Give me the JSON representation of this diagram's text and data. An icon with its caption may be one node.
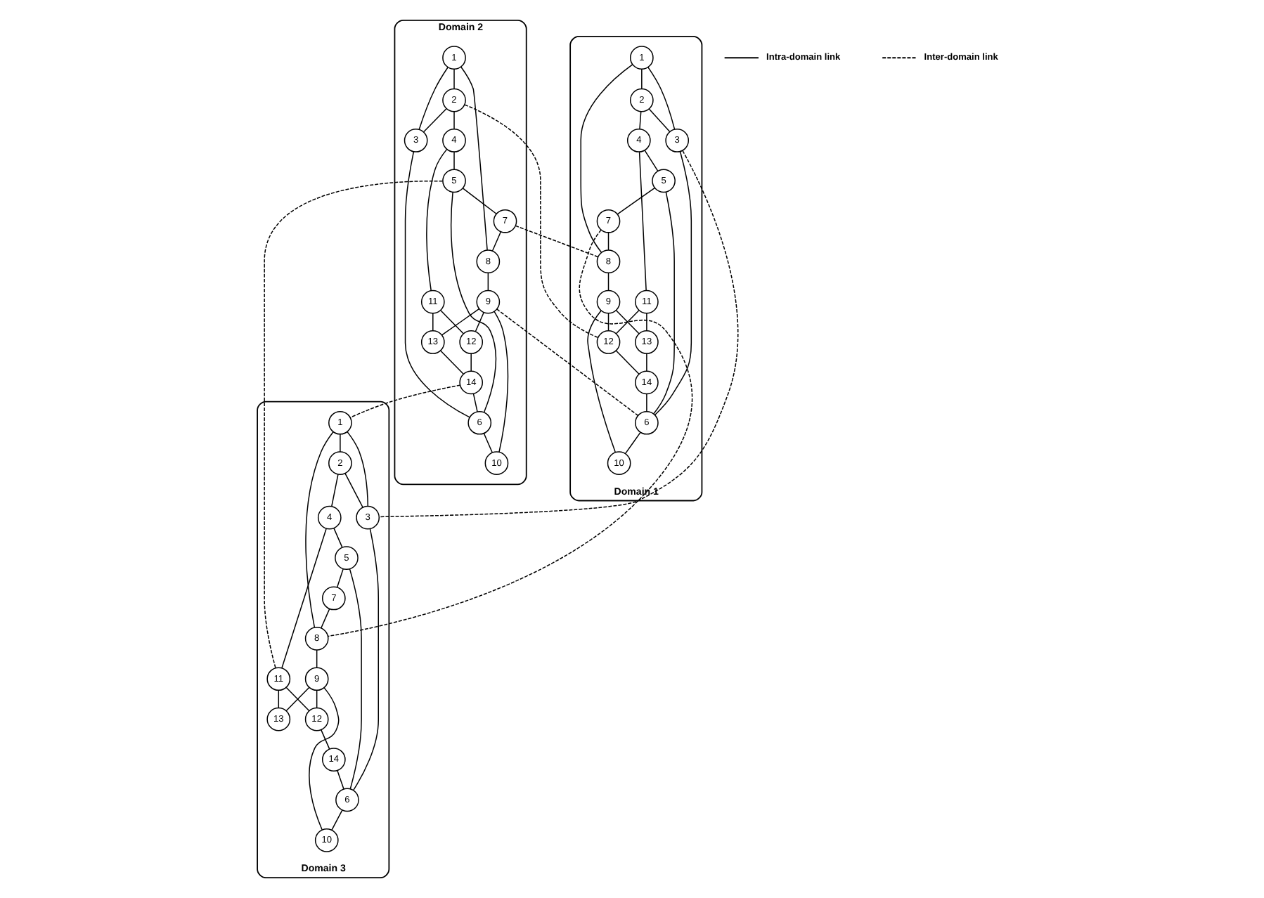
{
  "diagram": {
    "nodes": [
      {
        "text": [
          "Domain 2"
        ]
      },
      {
        "text": [
          "1"
        ],
        "in": 0
      },
      {
        "text": [
          "2"
        ],
        "in": 0
      },
      {
        "text": [
          "3"
        ],
        "in": 0
      },
      {
        "text": [
          "4"
        ],
        "in": 0
      },
      {
        "text": [
          "5"
        ],
        "in": 0
      },
      {
        "text": [
          "6"
        ],
        "in": 0
      },
      {
        "text": [
          "7"
        ],
        "in": 0
      },
      {
        "text": [
          "8"
        ],
        "in": 0
      },
      {
        "text": [
          "9"
        ],
        "in": 0
      },
      {
        "text": [
          "10"
        ],
        "in": 0
      },
      {
        "text": [
          "11"
        ],
        "in": 0
      },
      {
        "text": [
          "12"
        ],
        "in": 0
      },
      {
        "text": [
          "13"
        ],
        "in": 0
      },
      {
        "text": [
          "14"
        ],
        "in": 0
      },
      {
        "text": [
          "Domain 1"
        ]
      },
      {
        "text": [
          "1"
        ],
        "in": 15
      },
      {
        "text": [
          "2"
        ],
        "in": 15
      },
      {
        "text": [
          "3"
        ],
        "in": 15
      },
      {
        "text": [
          "4"
        ],
        "in": 15
      },
      {
        "text": [
          "5"
        ],
        "in": 15
      },
      {
        "text": [
          "6"
        ],
        "in": 15
      },
      {
        "text": [
          "7"
        ],
        "in": 15
      },
      {
        "text": [
          "8"
        ],
        "in": 15
      },
      {
        "text": [
          "9"
        ],
        "in": 15
      },
      {
        "text": [
          "10"
        ],
        "in": 15
      },
      {
        "text": [
          "11"
        ],
        "in": 15
      },
      {
        "text": [
          "12"
        ],
        "in": 15
      },
      {
        "text": [
          "13"
        ],
        "in": 15
      },
      {
        "text": [
          "14"
        ],
        "in": 15
      },
      {
        "text": [
          "Domain 3"
        ]
      },
      {
        "text": [
          "1"
        ],
        "in": 30
      },
      {
        "text": [
          "2"
        ],
        "in": 30
      },
      {
        "text": [
          "3"
        ],
        "in": 30
      },
      {
        "text": [
          "4"
        ],
        "in": 30
      },
      {
        "text": [
          "5"
        ],
        "in": 30
      },
      {
        "text": [
          "6"
        ],
        "in": 30
      },
      {
        "text": [
          "7"
        ],
        "in": 30
      },
      {
        "text": [
          "8"
        ],
        "in": 30
      },
      {
        "text": [
          "9"
        ],
        "in": 30
      },
      {
        "text": [
          "10"
        ],
        "in": 30
      },
      {
        "text": [
          "11"
        ],
        "in": 30
      },
      {
        "text": [
          "12"
        ],
        "in": 30
      },
      {
        "text": [
          "13"
        ],
        "in": 30
      },
      {
        "text": [
          "14"
        ],
        "in": 30
      }
    ],
    "edges": [
      {
        "from": 1,
        "to": 2,
        "arrow": "none"
      },
      {
        "from": 1,
        "to": 3,
        "arrow": "none"
      },
      {
        "from": 1,
        "to": 8,
        "arrow": "none"
      },
      {
        "from": 2,
        "to": 4,
        "arrow": "none"
      },
      {
        "from": 2,
        "to": 3,
        "arrow": "none"
      },
      {
        "from": 4,
        "to": 5,
        "arrow": "none"
      },
      {
        "from": 4,
        "to": 11,
        "arrow": "none"
      },
      {
        "from": 5,
        "to": 7,
        "arrow": "none"
      },
      {
        "from": 5,
        "to": 6,
        "arrow": "none"
      },
      {
        "from": 7,
        "to": 8,
        "arrow": "none"
      },
      {
        "from": 8,
        "to": 9,
        "arrow": "none"
      },
      {
        "from": 9,
        "to": 13,
        "arrow": "none"
      },
      {
        "from": 9,
        "to": 12,
        "arrow": "none"
      },
      {
        "from": 9,
        "to": 10,
        "arrow": "none"
      },
      {
        "from": 11,
        "to": 12,
        "arrow": "none"
      },
      {
        "from": 11,
        "to": 13,
        "arrow": "none"
      },
      {
        "from": 12,
        "to": 14,
        "arrow": "none"
      },
      {
        "from": 13,
        "to": 14,
        "arrow": "none"
      },
      {
        "from": 14,
        "to": 6,
        "arrow": "none"
      },
      {
        "from": 3,
        "to": 6,
        "arrow": "none"
      },
      {
        "from": 6,
        "to": 10,
        "arrow": "none"
      },
      {
        "from": 16,
        "to": 17,
        "arrow": "none"
      },
      {
        "from": 16,
        "to": 18,
        "arrow": "none"
      },
      {
        "from": 16,
        "to": 23,
        "arrow": "none"
      },
      {
        "from": 17,
        "to": 18,
        "arrow": "none"
      },
      {
        "from": 17,
        "to": 19,
        "arrow": "none"
      },
      {
        "from": 19,
        "to": 20,
        "arrow": "none"
      },
      {
        "from": 19,
        "to": 26,
        "arrow": "none"
      },
      {
        "from": 20,
        "to": 22,
        "arrow": "none"
      },
      {
        "from": 20,
        "to": 21,
        "arrow": "none"
      },
      {
        "from": 22,
        "to": 23,
        "arrow": "none"
      },
      {
        "from": 23,
        "to": 24,
        "arrow": "none"
      },
      {
        "from": 24,
        "to": 28,
        "arrow": "none"
      },
      {
        "from": 24,
        "to": 27,
        "arrow": "none"
      },
      {
        "from": 24,
        "to": 25,
        "arrow": "none"
      },
      {
        "from": 26,
        "to": 27,
        "arrow": "none"
      },
      {
        "from": 26,
        "to": 28,
        "arrow": "none"
      },
      {
        "from": 27,
        "to": 29,
        "arrow": "none"
      },
      {
        "from": 28,
        "to": 29,
        "arrow": "none"
      },
      {
        "from": 29,
        "to": 21,
        "arrow": "none"
      },
      {
        "from": 18,
        "to": 21,
        "arrow": "none"
      },
      {
        "from": 21,
        "to": 25,
        "arrow": "none"
      },
      {
        "from": 31,
        "to": 32,
        "arrow": "none"
      },
      {
        "from": 31,
        "to": 33,
        "arrow": "none"
      },
      {
        "from": 31,
        "to": 38,
        "arrow": "none"
      },
      {
        "from": 32,
        "to": 33,
        "arrow": "none"
      },
      {
        "from": 32,
        "to": 34,
        "arrow": "none"
      },
      {
        "from": 34,
        "to": 35,
        "arrow": "none"
      },
      {
        "from": 34,
        "to": 41,
        "arrow": "none"
      },
      {
        "from": 35,
        "to": 37,
        "arrow": "none"
      },
      {
        "from": 35,
        "to": 36,
        "arrow": "none"
      },
      {
        "from": 37,
        "to": 38,
        "arrow": "none"
      },
      {
        "from": 38,
        "to": 39,
        "arrow": "none"
      },
      {
        "from": 39,
        "to": 43,
        "arrow": "none"
      },
      {
        "from": 39,
        "to": 42,
        "arrow": "none"
      },
      {
        "from": 39,
        "to": 40,
        "arrow": "none"
      },
      {
        "from": 41,
        "to": 42,
        "arrow": "none"
      },
      {
        "from": 41,
        "to": 43,
        "arrow": "none"
      },
      {
        "from": 42,
        "to": 44,
        "arrow": "none"
      },
      {
        "from": 44,
        "to": 36,
        "arrow": "none"
      },
      {
        "from": 33,
        "to": 36,
        "arrow": "none"
      },
      {
        "from": 36,
        "to": 40,
        "arrow": "none"
      },
      {
        "from": 2,
        "to": 27,
        "arrow": "none",
        "style": "dashed"
      },
      {
        "from": 7,
        "to": 23,
        "arrow": "none",
        "style": "dashed"
      },
      {
        "from": 9,
        "to": 21,
        "arrow": "none",
        "style": "dashed"
      },
      {
        "from": 5,
        "to": 41,
        "arrow": "none",
        "style": "dashed"
      },
      {
        "from": 14,
        "to": 31,
        "arrow": "none",
        "style": "dashed"
      },
      {
        "from": 22,
        "to": 38,
        "arrow": "none",
        "style": "dashed"
      },
      {
        "from": 18,
        "to": 33,
        "arrow": "none",
        "style": "dashed"
      }
    ],
    "legend": [
      {
        "text": "Intra-domain link"
      },
      {
        "text": "Inter-domain link"
      }
    ]
  }
}
